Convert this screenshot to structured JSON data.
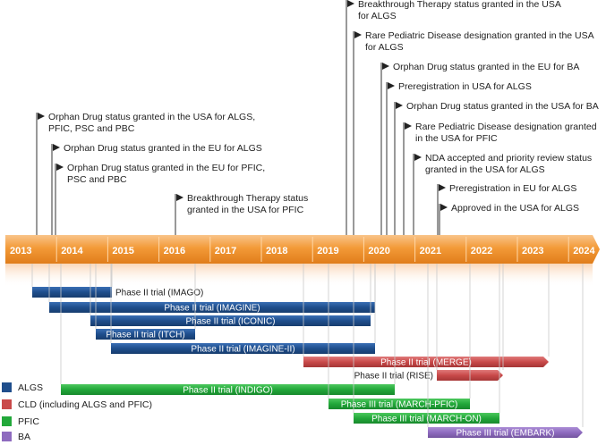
{
  "years": [
    "2013",
    "2014",
    "2015",
    "2016",
    "2017",
    "2018",
    "2019",
    "2020",
    "2021",
    "2022",
    "2023",
    "2024"
  ],
  "milestones": [
    {
      "lines": [
        "Breakthrough Therapy status granted in the USA",
        "for ALGS"
      ]
    },
    {
      "lines": [
        "Rare Pediatric Disease designation granted in the USA",
        "for ALGS"
      ]
    },
    {
      "lines": [
        "Orphan Drug status granted in the EU for BA"
      ]
    },
    {
      "lines": [
        "Preregistration in USA for ALGS"
      ]
    },
    {
      "lines": [
        "Orphan Drug status granted in the USA for BA"
      ]
    },
    {
      "lines": [
        "Rare Pediatric Disease designation granted",
        "in the USA for PFIC"
      ]
    },
    {
      "lines": [
        "NDA accepted and priority review status",
        "granted in the USA for ALGS"
      ]
    },
    {
      "lines": [
        "Preregistration in EU for ALGS"
      ]
    },
    {
      "lines": [
        "Approved in the USA for ALGS"
      ]
    },
    {
      "lines": [
        "Orphan Drug status granted in the USA for ALGS,",
        "PFIC, PSC and PBC"
      ]
    },
    {
      "lines": [
        "Orphan Drug status granted in the EU for ALGS"
      ]
    },
    {
      "lines": [
        "Orphan Drug status granted in the EU for PFIC,",
        "PSC and PBC"
      ]
    },
    {
      "lines": [
        "Breakthrough Therapy status",
        "granted in the USA for PFIC"
      ]
    }
  ],
  "trials": [
    {
      "label": "Phase II trial (IMAGO)",
      "category": "ALGS"
    },
    {
      "label": "Phase II trial (IMAGINE)",
      "category": "ALGS"
    },
    {
      "label": "Phase II trial (ICONIC)",
      "category": "ALGS"
    },
    {
      "label": "Phase II trial (ITCH)",
      "category": "ALGS"
    },
    {
      "label": "Phase II trial (IMAGINE-II)",
      "category": "ALGS"
    },
    {
      "label": "Phase II trial (MERGE)",
      "category": "CLD"
    },
    {
      "label": "Phase II trial (RISE)",
      "category": "CLD"
    },
    {
      "label": "Phase II trial (INDIGO)",
      "category": "PFIC"
    },
    {
      "label": "Phase III trial (MARCH-PFIC)",
      "category": "PFIC"
    },
    {
      "label": "Phase III trial (MARCH-ON)",
      "category": "PFIC"
    },
    {
      "label": "Phase III trial (EMBARK)",
      "category": "BA"
    }
  ],
  "legend": [
    {
      "key": "ALGS",
      "label": "ALGS",
      "color": "#1f4e8c"
    },
    {
      "key": "CLD",
      "label": "CLD (including ALGS and PFIC)",
      "color": "#c94a4a"
    },
    {
      "key": "PFIC",
      "label": "PFIC",
      "color": "#22a83a"
    },
    {
      "key": "BA",
      "label": "BA",
      "color": "#8e6bbf"
    }
  ],
  "colors": {
    "timeline": "#f2912c",
    "ALGS": "#1f4e8c",
    "CLD": "#c94a4a",
    "PFIC": "#22a83a",
    "BA": "#8e6bbf"
  }
}
